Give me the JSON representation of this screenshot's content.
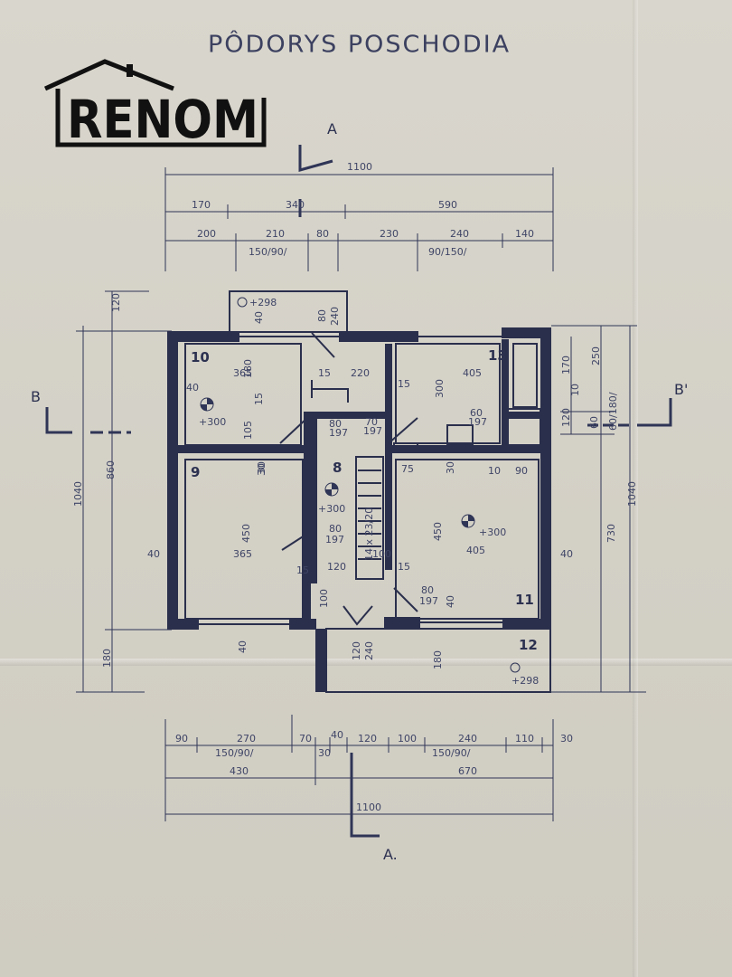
{
  "title": "PÔDORYS POSCHODIA",
  "logo": {
    "text": "RENOM"
  },
  "section_marks": {
    "a": "A",
    "a2": "A.",
    "b": "B",
    "b2": "B'"
  },
  "rooms": [
    {
      "id": "room-10",
      "label": "10"
    },
    {
      "id": "room-9",
      "label": "9"
    },
    {
      "id": "room-8",
      "label": "8"
    },
    {
      "id": "room-13",
      "label": "13"
    },
    {
      "id": "room-11",
      "label": "11"
    },
    {
      "id": "room-12",
      "label": "12"
    }
  ],
  "levels": [
    "+298",
    "+300",
    "+300",
    "+300",
    "+298"
  ],
  "top_dims": {
    "overall": "1100",
    "row2": [
      "170",
      "340",
      "590"
    ],
    "row3": [
      "200",
      "210",
      "80",
      "230",
      "240",
      "140"
    ],
    "window_a": "150/90/",
    "window_b": "90/150/"
  },
  "bottom_dims": {
    "row1": [
      "90",
      "270",
      "70",
      "40",
      "120",
      "100",
      "240",
      "110",
      "30"
    ],
    "window_a": "150/90/",
    "thirty": "30",
    "window_b": "150/90/",
    "row2": [
      "430",
      "670"
    ],
    "overall": "1100"
  },
  "left_dims": [
    "120",
    "860",
    "1040",
    "180",
    "40"
  ],
  "right_dims": [
    "250",
    "170",
    "10",
    "120",
    "60",
    "60/180/",
    "1040",
    "730",
    "40"
  ],
  "interior_dims": [
    "365",
    "180",
    "220",
    "15",
    "40",
    "15",
    "105",
    "30",
    "80",
    "197",
    "70",
    "197",
    "80",
    "240",
    "40",
    "405",
    "300",
    "15",
    "60",
    "197",
    "450",
    "365",
    "30",
    "15",
    "80",
    "197",
    "10",
    "90",
    "450",
    "405",
    "30",
    "75",
    "15",
    "120",
    "100",
    "100",
    "80",
    "197",
    "40",
    "120",
    "240",
    "180",
    "40",
    "14 x 23/20"
  ]
}
